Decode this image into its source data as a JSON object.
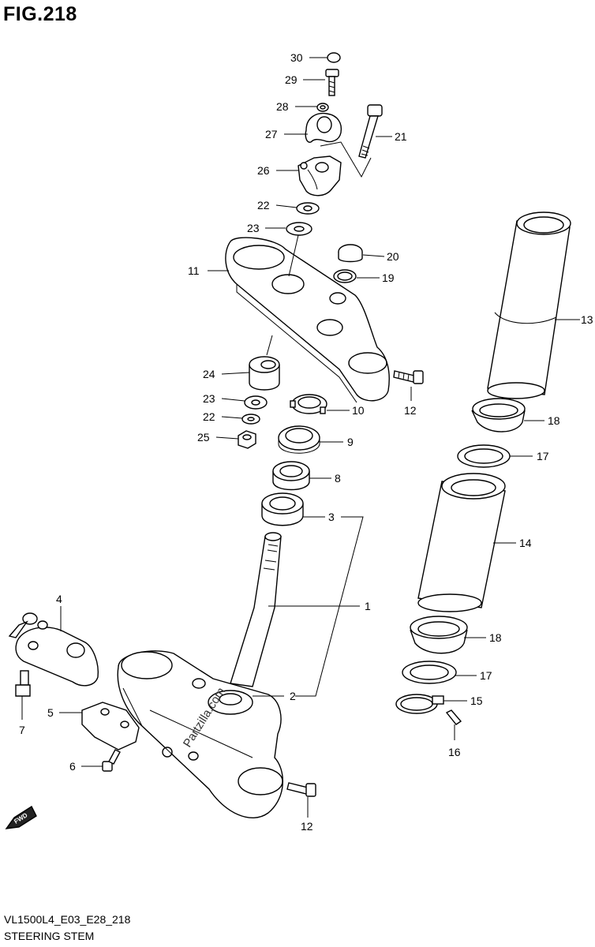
{
  "header": {
    "title": "FIG.218"
  },
  "footer": {
    "code": "VL1500L4_E03_E28_218",
    "name": "STEERING STEM"
  },
  "watermark": "Partzilla.com",
  "fwd_badge": "FWD",
  "callouts": [
    {
      "id": "c30",
      "text": "30"
    },
    {
      "id": "c29",
      "text": "29"
    },
    {
      "id": "c28",
      "text": "28"
    },
    {
      "id": "c27",
      "text": "27"
    },
    {
      "id": "c21",
      "text": "21"
    },
    {
      "id": "c26",
      "text": "26"
    },
    {
      "id": "c22a",
      "text": "22"
    },
    {
      "id": "c23a",
      "text": "23"
    },
    {
      "id": "c20",
      "text": "20"
    },
    {
      "id": "c11",
      "text": "11"
    },
    {
      "id": "c19",
      "text": "19"
    },
    {
      "id": "c13",
      "text": "13"
    },
    {
      "id": "c24",
      "text": "24"
    },
    {
      "id": "c23b",
      "text": "23"
    },
    {
      "id": "c10",
      "text": "10"
    },
    {
      "id": "c12a",
      "text": "12"
    },
    {
      "id": "c18a",
      "text": "18"
    },
    {
      "id": "c22b",
      "text": "22"
    },
    {
      "id": "c25",
      "text": "25"
    },
    {
      "id": "c9",
      "text": "9"
    },
    {
      "id": "c17a",
      "text": "17"
    },
    {
      "id": "c8",
      "text": "8"
    },
    {
      "id": "c3",
      "text": "3"
    },
    {
      "id": "c14",
      "text": "14"
    },
    {
      "id": "c1",
      "text": "1"
    },
    {
      "id": "c4",
      "text": "4"
    },
    {
      "id": "c18b",
      "text": "18"
    },
    {
      "id": "c17b",
      "text": "17"
    },
    {
      "id": "c2",
      "text": "2"
    },
    {
      "id": "c15",
      "text": "15"
    },
    {
      "id": "c5",
      "text": "5"
    },
    {
      "id": "c16",
      "text": "16"
    },
    {
      "id": "c7",
      "text": "7"
    },
    {
      "id": "c6",
      "text": "6"
    },
    {
      "id": "c12b",
      "text": "12"
    }
  ]
}
